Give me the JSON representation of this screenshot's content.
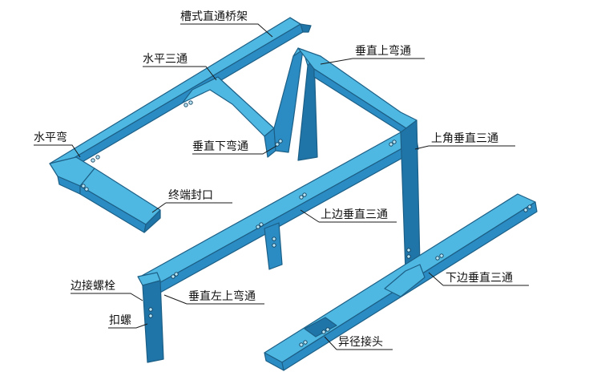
{
  "diagram": {
    "colors": {
      "tray_top": "#4fb8e2",
      "tray_side": "#2b8cc4",
      "outline": "#1c5f86",
      "label_text": "#111111"
    },
    "labels": {
      "slot_straight": "槽式直通桥架",
      "horizontal_tee": "水平三通",
      "vertical_up_bend": "垂直上弯通",
      "horizontal_bend": "水平弯",
      "vertical_down_bend": "垂直下弯通",
      "upper_angle_vertical_tee": "上角垂直三通",
      "end_cap": "终端封口",
      "upper_side_vertical_tee": "上边垂直三通",
      "edge_bolt": "边接螺栓",
      "vertical_left_up_bend": "垂直左上弯通",
      "lower_side_vertical_tee": "下边垂直三通",
      "clip_bolt": "扣螺",
      "reducer_joint": "异径接头"
    }
  }
}
